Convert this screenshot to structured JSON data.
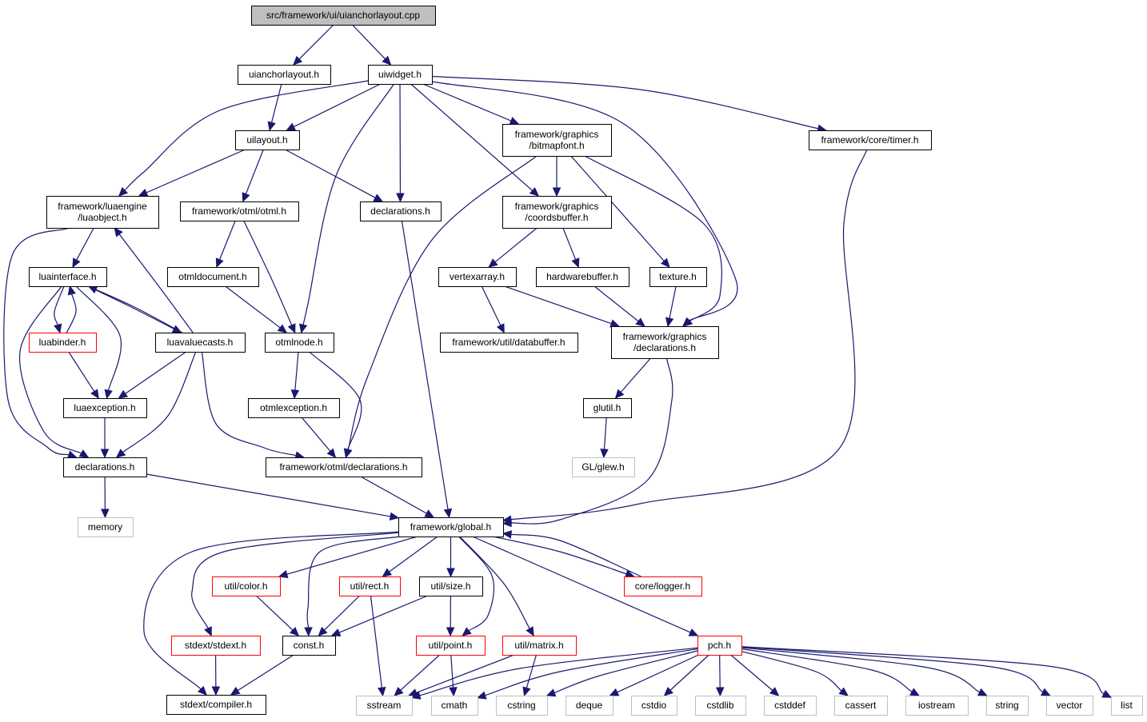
{
  "colors": {
    "edge": "#191970",
    "root_fill": "#bfbfbf",
    "border_normal": "#000000",
    "border_truncated": "#ff0000",
    "border_external": "#bfbfbf",
    "external_text": "#000000"
  },
  "nodes": {
    "uianchorlayout_cpp": {
      "label": "src/framework/ui/uianchorlayout.cpp",
      "kind": "root"
    },
    "uianchorlayout_h": {
      "label": "uianchorlayout.h",
      "kind": "normal"
    },
    "uiwidget_h": {
      "label": "uiwidget.h",
      "kind": "normal"
    },
    "uilayout_h": {
      "label": "uilayout.h",
      "kind": "normal"
    },
    "bitmapfont_h": {
      "label": [
        "framework/graphics",
        "/bitmapfont.h"
      ],
      "kind": "normal"
    },
    "timer_h": {
      "label": "framework/core/timer.h",
      "kind": "normal"
    },
    "luaobject_h": {
      "label": [
        "framework/luaengine",
        "/luaobject.h"
      ],
      "kind": "normal"
    },
    "otml_h": {
      "label": "framework/otml/otml.h",
      "kind": "normal"
    },
    "ui_declarations_h": {
      "label": "declarations.h",
      "kind": "normal"
    },
    "coordsbuffer_h": {
      "label": [
        "framework/graphics",
        "/coordsbuffer.h"
      ],
      "kind": "normal"
    },
    "luainterface_h": {
      "label": "luainterface.h",
      "kind": "normal"
    },
    "otmldocument_h": {
      "label": "otmldocument.h",
      "kind": "normal"
    },
    "vertexarray_h": {
      "label": "vertexarray.h",
      "kind": "normal"
    },
    "hardwarebuffer_h": {
      "label": "hardwarebuffer.h",
      "kind": "normal"
    },
    "texture_h": {
      "label": "texture.h",
      "kind": "normal"
    },
    "luabinder_h": {
      "label": "luabinder.h",
      "kind": "truncated"
    },
    "luavaluecasts_h": {
      "label": "luavaluecasts.h",
      "kind": "normal"
    },
    "otmlnode_h": {
      "label": "otmlnode.h",
      "kind": "normal"
    },
    "databuffer_h": {
      "label": "framework/util/databuffer.h",
      "kind": "normal"
    },
    "graphics_declarations_h": {
      "label": [
        "framework/graphics",
        "/declarations.h"
      ],
      "kind": "normal"
    },
    "luaexception_h": {
      "label": "luaexception.h",
      "kind": "normal"
    },
    "otmlexception_h": {
      "label": "otmlexception.h",
      "kind": "normal"
    },
    "glutil_h": {
      "label": "glutil.h",
      "kind": "normal"
    },
    "lua_declarations_h": {
      "label": "declarations.h",
      "kind": "normal"
    },
    "otml_declarations_h": {
      "label": "framework/otml/declarations.h",
      "kind": "normal"
    },
    "glew_h": {
      "label": "GL/glew.h",
      "kind": "external"
    },
    "memory": {
      "label": "memory",
      "kind": "external"
    },
    "global_h": {
      "label": "framework/global.h",
      "kind": "normal"
    },
    "color_h": {
      "label": "util/color.h",
      "kind": "truncated"
    },
    "rect_h": {
      "label": "util/rect.h",
      "kind": "truncated"
    },
    "size_h": {
      "label": "util/size.h",
      "kind": "normal"
    },
    "logger_h": {
      "label": "core/logger.h",
      "kind": "truncated"
    },
    "stdext_h": {
      "label": "stdext/stdext.h",
      "kind": "truncated"
    },
    "const_h": {
      "label": "const.h",
      "kind": "normal"
    },
    "point_h": {
      "label": "util/point.h",
      "kind": "truncated"
    },
    "matrix_h": {
      "label": "util/matrix.h",
      "kind": "truncated"
    },
    "pch_h": {
      "label": "pch.h",
      "kind": "truncated"
    },
    "compiler_h": {
      "label": "stdext/compiler.h",
      "kind": "normal"
    },
    "sstream": {
      "label": "sstream",
      "kind": "external"
    },
    "cmath": {
      "label": "cmath",
      "kind": "external"
    },
    "cstring": {
      "label": "cstring",
      "kind": "external"
    },
    "deque": {
      "label": "deque",
      "kind": "external"
    },
    "cstdio": {
      "label": "cstdio",
      "kind": "external"
    },
    "cstdlib": {
      "label": "cstdlib",
      "kind": "external"
    },
    "cstddef": {
      "label": "cstddef",
      "kind": "external"
    },
    "cassert": {
      "label": "cassert",
      "kind": "external"
    },
    "iostream": {
      "label": "iostream",
      "kind": "external"
    },
    "string": {
      "label": "string",
      "kind": "external"
    },
    "vector": {
      "label": "vector",
      "kind": "external"
    },
    "list": {
      "label": "list",
      "kind": "external"
    }
  },
  "edges": [
    [
      "uianchorlayout_cpp",
      "uianchorlayout_h"
    ],
    [
      "uianchorlayout_cpp",
      "uiwidget_h"
    ],
    [
      "uianchorlayout_h",
      "uilayout_h"
    ],
    [
      "uiwidget_h",
      "uilayout_h"
    ],
    [
      "uiwidget_h",
      "luaobject_h"
    ],
    [
      "uiwidget_h",
      "ui_declarations_h"
    ],
    [
      "uiwidget_h",
      "otmlnode_h"
    ],
    [
      "uiwidget_h",
      "bitmapfont_h"
    ],
    [
      "uiwidget_h",
      "coordsbuffer_h"
    ],
    [
      "uiwidget_h",
      "graphics_declarations_h"
    ],
    [
      "uiwidget_h",
      "timer_h"
    ],
    [
      "uilayout_h",
      "luaobject_h"
    ],
    [
      "uilayout_h",
      "otml_h"
    ],
    [
      "uilayout_h",
      "ui_declarations_h"
    ],
    [
      "bitmapfont_h",
      "coordsbuffer_h"
    ],
    [
      "bitmapfont_h",
      "texture_h"
    ],
    [
      "bitmapfont_h",
      "graphics_declarations_h"
    ],
    [
      "bitmapfont_h",
      "otml_declarations_h"
    ],
    [
      "timer_h",
      "global_h"
    ],
    [
      "luaobject_h",
      "luainterface_h"
    ],
    [
      "luaobject_h",
      "lua_declarations_h"
    ],
    [
      "otml_h",
      "otmldocument_h"
    ],
    [
      "otml_h",
      "otmlnode_h"
    ],
    [
      "ui_declarations_h",
      "global_h"
    ],
    [
      "coordsbuffer_h",
      "vertexarray_h"
    ],
    [
      "coordsbuffer_h",
      "hardwarebuffer_h"
    ],
    [
      "luainterface_h",
      "luabinder_h"
    ],
    [
      "luainterface_h",
      "luavaluecasts_h"
    ],
    [
      "luainterface_h",
      "luaexception_h"
    ],
    [
      "luainterface_h",
      "lua_declarations_h"
    ],
    [
      "luabinder_h",
      "luainterface_h"
    ],
    [
      "luabinder_h",
      "luaexception_h"
    ],
    [
      "luavaluecasts_h",
      "luainterface_h"
    ],
    [
      "luavaluecasts_h",
      "luaobject_h"
    ],
    [
      "luavaluecasts_h",
      "luaexception_h"
    ],
    [
      "luavaluecasts_h",
      "lua_declarations_h"
    ],
    [
      "luavaluecasts_h",
      "otml_declarations_h"
    ],
    [
      "otmldocument_h",
      "otmlnode_h"
    ],
    [
      "otmlnode_h",
      "otmlexception_h"
    ],
    [
      "otmlnode_h",
      "otml_declarations_h"
    ],
    [
      "vertexarray_h",
      "databuffer_h"
    ],
    [
      "vertexarray_h",
      "graphics_declarations_h"
    ],
    [
      "hardwarebuffer_h",
      "graphics_declarations_h"
    ],
    [
      "texture_h",
      "graphics_declarations_h"
    ],
    [
      "graphics_declarations_h",
      "glutil_h"
    ],
    [
      "graphics_declarations_h",
      "global_h"
    ],
    [
      "glutil_h",
      "glew_h"
    ],
    [
      "luaexception_h",
      "lua_declarations_h"
    ],
    [
      "otmlexception_h",
      "otml_declarations_h"
    ],
    [
      "lua_declarations_h",
      "memory"
    ],
    [
      "lua_declarations_h",
      "global_h"
    ],
    [
      "otml_declarations_h",
      "global_h"
    ],
    [
      "global_h",
      "color_h"
    ],
    [
      "global_h",
      "rect_h"
    ],
    [
      "global_h",
      "size_h"
    ],
    [
      "global_h",
      "logger_h"
    ],
    [
      "global_h",
      "stdext_h"
    ],
    [
      "global_h",
      "const_h"
    ],
    [
      "global_h",
      "point_h"
    ],
    [
      "global_h",
      "matrix_h"
    ],
    [
      "global_h",
      "pch_h"
    ],
    [
      "global_h",
      "compiler_h"
    ],
    [
      "logger_h",
      "global_h"
    ],
    [
      "color_h",
      "const_h"
    ],
    [
      "rect_h",
      "const_h"
    ],
    [
      "rect_h",
      "sstream"
    ],
    [
      "size_h",
      "const_h"
    ],
    [
      "size_h",
      "point_h"
    ],
    [
      "stdext_h",
      "compiler_h"
    ],
    [
      "const_h",
      "compiler_h"
    ],
    [
      "point_h",
      "sstream"
    ],
    [
      "point_h",
      "cmath"
    ],
    [
      "matrix_h",
      "sstream"
    ],
    [
      "matrix_h",
      "cstring"
    ],
    [
      "pch_h",
      "sstream"
    ],
    [
      "pch_h",
      "cmath"
    ],
    [
      "pch_h",
      "cstring"
    ],
    [
      "pch_h",
      "deque"
    ],
    [
      "pch_h",
      "cstdio"
    ],
    [
      "pch_h",
      "cstdlib"
    ],
    [
      "pch_h",
      "cstddef"
    ],
    [
      "pch_h",
      "cassert"
    ],
    [
      "pch_h",
      "iostream"
    ],
    [
      "pch_h",
      "string"
    ],
    [
      "pch_h",
      "vector"
    ],
    [
      "pch_h",
      "list"
    ]
  ]
}
